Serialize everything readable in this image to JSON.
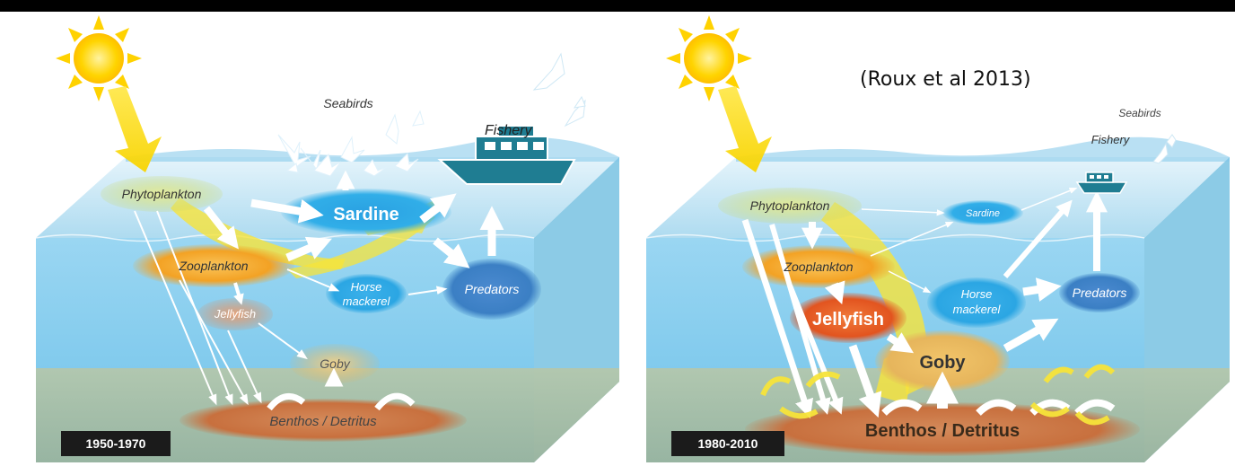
{
  "citation": "(Roux et al 2013)",
  "panels": [
    {
      "period": "1950-1970",
      "nodes": {
        "seabirds": "Seabirds",
        "fishery": "Fishery",
        "phytoplankton": "Phytoplankton",
        "sardine": "Sardine",
        "zooplankton": "Zooplankton",
        "horse_mackerel_line1": "Horse",
        "horse_mackerel_line2": "mackerel",
        "predators": "Predators",
        "jellyfish": "Jellyfish",
        "goby": "Goby",
        "benthos": "Benthos / Detritus"
      }
    },
    {
      "period": "1980-2010",
      "nodes": {
        "seabirds": "Seabirds",
        "fishery": "Fishery",
        "phytoplankton": "Phytoplankton",
        "sardine": "Sardine",
        "zooplankton": "Zooplankton",
        "horse_mackerel_line1": "Horse",
        "horse_mackerel_line2": "mackerel",
        "predators": "Predators",
        "jellyfish": "Jellyfish",
        "goby": "Goby",
        "benthos": "Benthos / Detritus"
      }
    }
  ],
  "colors": {
    "water_surface": "#bfe3f3",
    "water_front": "#8ecfee",
    "seafloor": "#c5a07a",
    "phytoplankton": "#c8d86a",
    "zooplankton": "#f3a224",
    "jellyfish_light": "#d9885a",
    "jellyfish_strong": "#e2541f",
    "goby": "#e6b55c",
    "sardine": "#2ba6e3",
    "horse_mackerel": "#2ba6e3",
    "predators": "#3b7fc4",
    "benthos": "#c8703e",
    "sun": "#ffd200",
    "energy_flow": "#f7e43a",
    "boat": "#1f7d92"
  },
  "icons": [
    "sun-icon",
    "seabird-icon",
    "fishing-boat-icon",
    "flow-arrow-icon"
  ]
}
